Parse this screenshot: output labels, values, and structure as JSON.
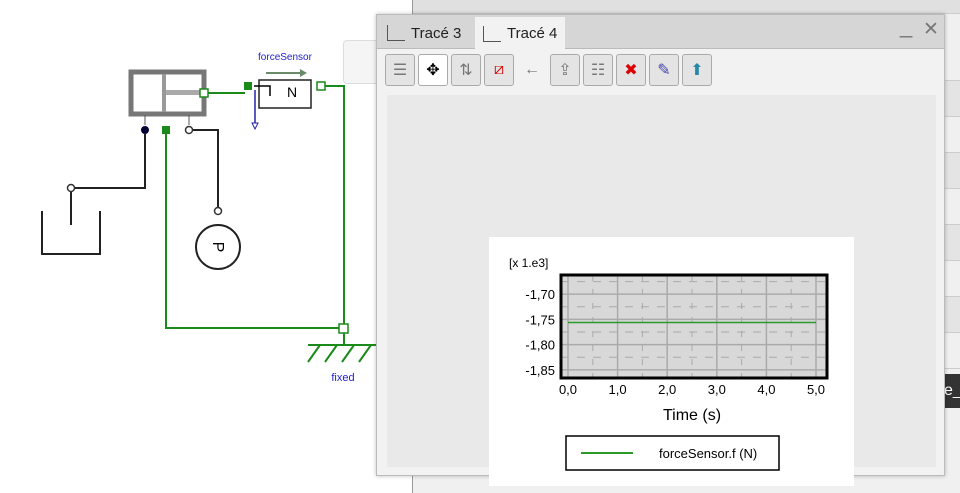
{
  "diagram": {
    "force_sensor_label": "forceSensor",
    "sensor_unit": "N",
    "fixed_label": "fixed",
    "pressure_label": "P"
  },
  "window": {
    "tabs": [
      {
        "label": "Tracé 3"
      },
      {
        "label": "Tracé 4"
      }
    ],
    "active_tab": 1,
    "minimize": "_",
    "close": "✕"
  },
  "toolbar": {
    "icons": [
      "show-variables-icon",
      "pan-icon",
      "autoscale-icon",
      "clear-plot-icon",
      "back-arrow-icon",
      "export-icon",
      "split-icon",
      "delete-subplot-icon",
      "edit-curve-icon",
      "modelica-upload-icon"
    ]
  },
  "background": {
    "partial_text": "e_"
  },
  "colors": {
    "series": "#2a9a2a",
    "connector_green": "#1a8a1a",
    "label_blue": "#2222cc"
  },
  "chart_data": {
    "type": "line",
    "scale_label": "[x 1.e3]",
    "xlabel": "Time (s)",
    "ylabel": "",
    "xlim": [
      0,
      5
    ],
    "ylim": [
      -1.866,
      -1.662
    ],
    "xticks": [
      "0,0",
      "1,0",
      "2,0",
      "3,0",
      "4,0",
      "5,0"
    ],
    "xtick_values": [
      0,
      1,
      2,
      3,
      4,
      5
    ],
    "yticks": [
      "-1,70",
      "-1,75",
      "-1,80",
      "-1,85"
    ],
    "ytick_values": [
      -1.7,
      -1.75,
      -1.8,
      -1.85
    ],
    "series": [
      {
        "name": "forceSensor.f (N)",
        "x": [
          0,
          5
        ],
        "y": [
          -1.756,
          -1.756
        ]
      }
    ],
    "legend": "bottom"
  }
}
